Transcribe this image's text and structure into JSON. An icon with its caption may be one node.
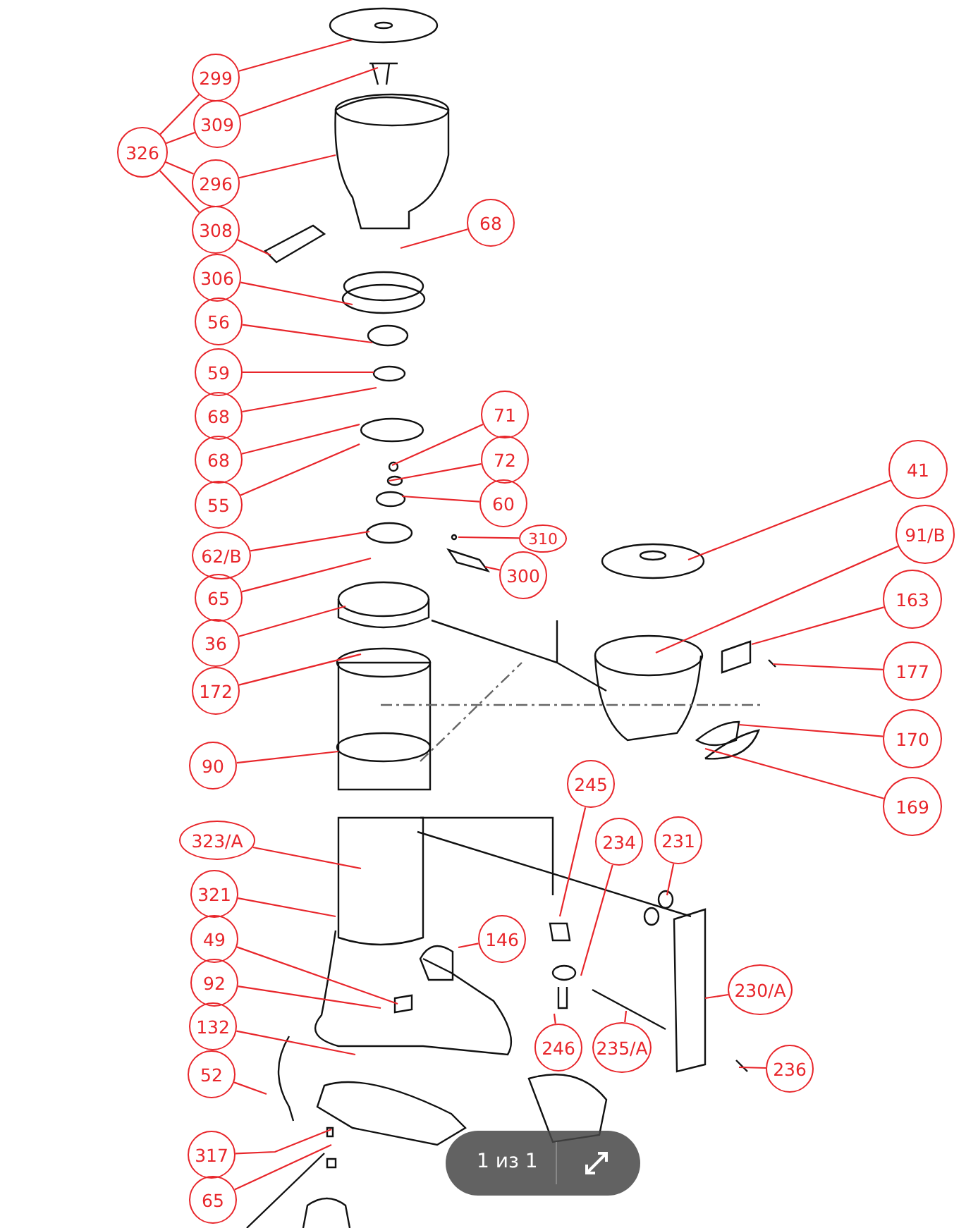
{
  "diagram": {
    "nodes": [
      {
        "text": [
          "299"
        ]
      },
      {
        "text": [
          "309"
        ]
      },
      {
        "text": [
          "326"
        ]
      },
      {
        "text": [
          "296"
        ]
      },
      {
        "text": [
          "308"
        ]
      },
      {
        "text": [
          "68"
        ]
      },
      {
        "text": [
          "306"
        ]
      },
      {
        "text": [
          "56"
        ]
      },
      {
        "text": [
          "59"
        ]
      },
      {
        "text": [
          "68"
        ]
      },
      {
        "text": [
          "68"
        ]
      },
      {
        "text": [
          "71"
        ]
      },
      {
        "text": [
          "55"
        ]
      },
      {
        "text": [
          "72"
        ]
      },
      {
        "text": [
          "60"
        ]
      },
      {
        "text": [
          "62/B"
        ]
      },
      {
        "text": [
          "310"
        ]
      },
      {
        "text": [
          "300"
        ]
      },
      {
        "text": [
          "65"
        ]
      },
      {
        "text": [
          "36"
        ]
      },
      {
        "text": [
          "172"
        ]
      },
      {
        "text": [
          "41"
        ]
      },
      {
        "text": [
          "91/B"
        ]
      },
      {
        "text": [
          "163"
        ]
      },
      {
        "text": [
          "177"
        ]
      },
      {
        "text": [
          "170"
        ]
      },
      {
        "text": [
          "169"
        ]
      },
      {
        "text": [
          "90"
        ]
      },
      {
        "text": [
          "245"
        ]
      },
      {
        "text": [
          "234"
        ]
      },
      {
        "text": [
          "231"
        ]
      },
      {
        "text": [
          "323/A"
        ]
      },
      {
        "text": [
          "321"
        ]
      },
      {
        "text": [
          "146"
        ]
      },
      {
        "text": [
          "49"
        ]
      },
      {
        "text": [
          "92"
        ]
      },
      {
        "text": [
          "230/A"
        ]
      },
      {
        "text": [
          "132"
        ]
      },
      {
        "text": [
          "246"
        ]
      },
      {
        "text": [
          "235/A"
        ]
      },
      {
        "text": [
          "236"
        ]
      },
      {
        "text": [
          "52"
        ]
      },
      {
        "text": [
          "317"
        ]
      },
      {
        "text": [
          "65"
        ]
      }
    ],
    "edges": [
      {
        "from": 0,
        "to": null,
        "arrow": "none"
      },
      {
        "from": 1,
        "to": null,
        "arrow": "none"
      },
      {
        "from": 2,
        "to": 0,
        "arrow": "none"
      },
      {
        "from": 2,
        "to": 1,
        "arrow": "none"
      },
      {
        "from": 2,
        "to": 3,
        "arrow": "none"
      },
      {
        "from": 2,
        "to": 4,
        "arrow": "none"
      },
      {
        "from": 3,
        "to": null,
        "arrow": "none"
      },
      {
        "from": 4,
        "to": null,
        "arrow": "none"
      },
      {
        "from": 5,
        "to": null,
        "arrow": "none"
      },
      {
        "from": 6,
        "to": null,
        "arrow": "none"
      },
      {
        "from": 7,
        "to": null,
        "arrow": "none"
      },
      {
        "from": 8,
        "to": null,
        "arrow": "none"
      },
      {
        "from": 9,
        "to": null,
        "arrow": "none"
      },
      {
        "from": 10,
        "to": null,
        "arrow": "none"
      },
      {
        "from": 11,
        "to": null,
        "arrow": "none"
      },
      {
        "from": 12,
        "to": null,
        "arrow": "none"
      },
      {
        "from": 13,
        "to": null,
        "arrow": "none"
      },
      {
        "from": 14,
        "to": null,
        "arrow": "none"
      },
      {
        "from": 15,
        "to": null,
        "arrow": "none"
      },
      {
        "from": 16,
        "to": null,
        "arrow": "none"
      },
      {
        "from": 17,
        "to": null,
        "arrow": "none"
      },
      {
        "from": 18,
        "to": null,
        "arrow": "none"
      },
      {
        "from": 19,
        "to": null,
        "arrow": "none"
      },
      {
        "from": 20,
        "to": null,
        "arrow": "none"
      },
      {
        "from": 21,
        "to": null,
        "arrow": "none"
      },
      {
        "from": 22,
        "to": null,
        "arrow": "none"
      },
      {
        "from": 23,
        "to": null,
        "arrow": "none"
      },
      {
        "from": 24,
        "to": null,
        "arrow": "none"
      },
      {
        "from": 25,
        "to": null,
        "arrow": "none"
      },
      {
        "from": 26,
        "to": null,
        "arrow": "none"
      },
      {
        "from": 27,
        "to": null,
        "arrow": "none"
      },
      {
        "from": 28,
        "to": null,
        "arrow": "none"
      },
      {
        "from": 29,
        "to": null,
        "arrow": "none"
      },
      {
        "from": 30,
        "to": null,
        "arrow": "none"
      },
      {
        "from": 31,
        "to": null,
        "arrow": "none"
      },
      {
        "from": 32,
        "to": null,
        "arrow": "none"
      },
      {
        "from": 33,
        "to": null,
        "arrow": "none"
      },
      {
        "from": 34,
        "to": null,
        "arrow": "none"
      },
      {
        "from": 35,
        "to": null,
        "arrow": "none"
      },
      {
        "from": 36,
        "to": null,
        "arrow": "none"
      },
      {
        "from": 37,
        "to": null,
        "arrow": "none"
      },
      {
        "from": 38,
        "to": null,
        "arrow": "none"
      },
      {
        "from": 39,
        "to": null,
        "arrow": "none"
      },
      {
        "from": 40,
        "to": null,
        "arrow": "none"
      },
      {
        "from": 41,
        "to": null,
        "arrow": "none"
      },
      {
        "from": 42,
        "to": null,
        "arrow": "none"
      },
      {
        "from": 43,
        "to": null,
        "arrow": "none"
      }
    ],
    "labels": [
      "1 из 1"
    ]
  }
}
